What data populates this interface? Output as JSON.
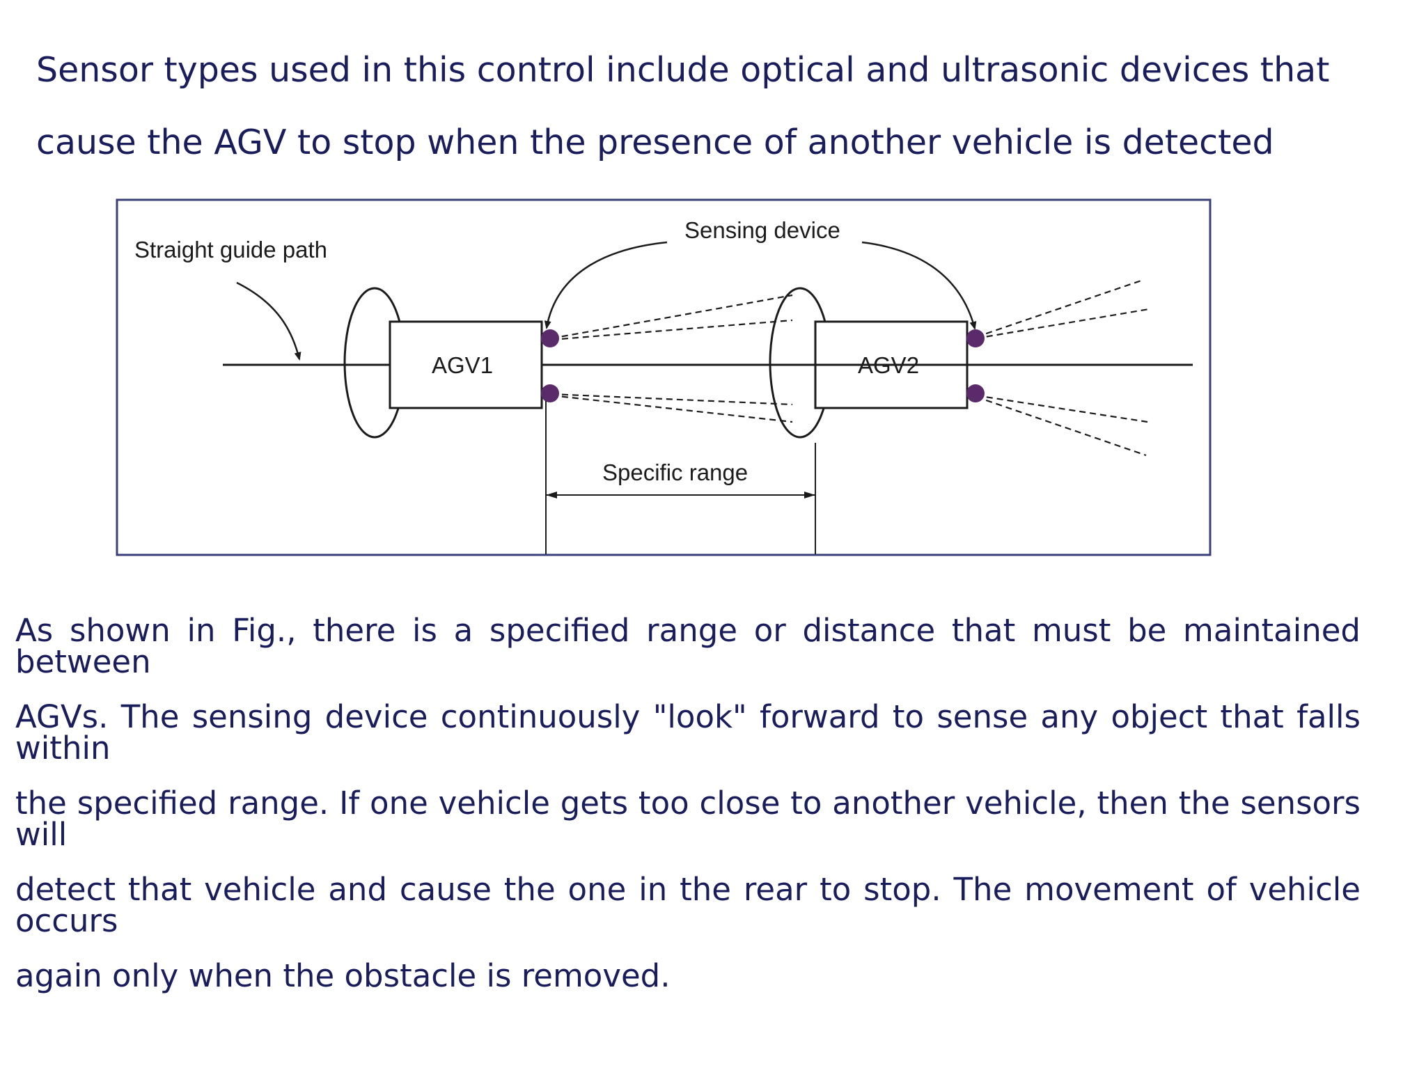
{
  "intro": {
    "line1": "Sensor types used in this control include optical and ultrasonic devices that",
    "line2": "cause the AGV to stop when the presence of another vehicle is detected"
  },
  "figure": {
    "guide_path_label": "Straight guide path",
    "sensing_device_label": "Sensing device",
    "agv1_label": "AGV1",
    "agv2_label": "AGV2",
    "range_label": "Specific range",
    "sensor_color": "#5b2a6b",
    "line_color": "#1b1b1b",
    "frame_color": "#3a3f7a"
  },
  "body": {
    "line1": "As shown in Fig., there is a specified range or distance that must be maintained between",
    "line2": "AGVs. The sensing device continuously \"look\" forward to sense any object that falls within",
    "line3": "the specified range. If one vehicle gets too close to another vehicle, then the sensors will",
    "line4": "detect that vehicle and cause the one in the rear to stop. The movement of vehicle occurs",
    "line5": "again only when the obstacle is removed."
  },
  "colors": {
    "text": "#1a1d5c",
    "background": "#ffffff"
  }
}
